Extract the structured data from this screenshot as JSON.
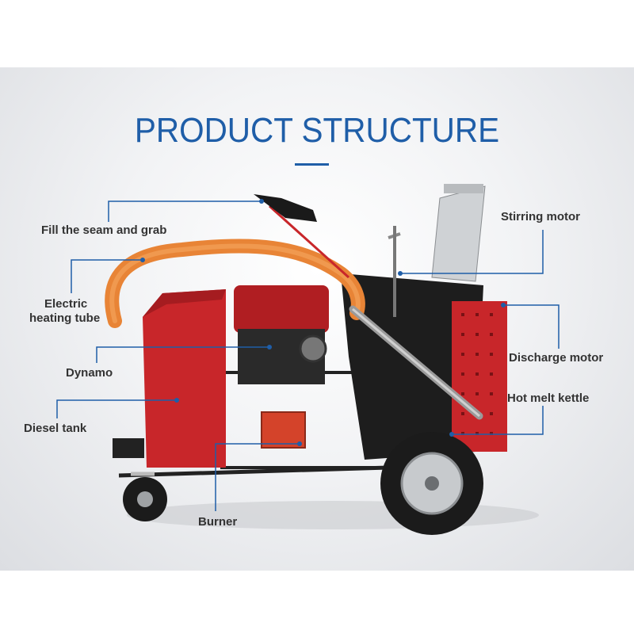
{
  "title": "PRODUCT STRUCTURE",
  "colors": {
    "accent": "#1f5ea8",
    "label_text": "#333333",
    "machine_red": "#c8262a"
  },
  "labels": {
    "fill_seam": "Fill the seam and grab",
    "electric_line1": "Electric",
    "electric_line2": "heating tube",
    "dynamo": "Dynamo",
    "diesel_tank": "Diesel tank",
    "burner": "Burner",
    "stirring_motor": "Stirring motor",
    "discharge_motor": "Discharge motor",
    "hot_melt_kettle": "Hot melt kettle"
  }
}
